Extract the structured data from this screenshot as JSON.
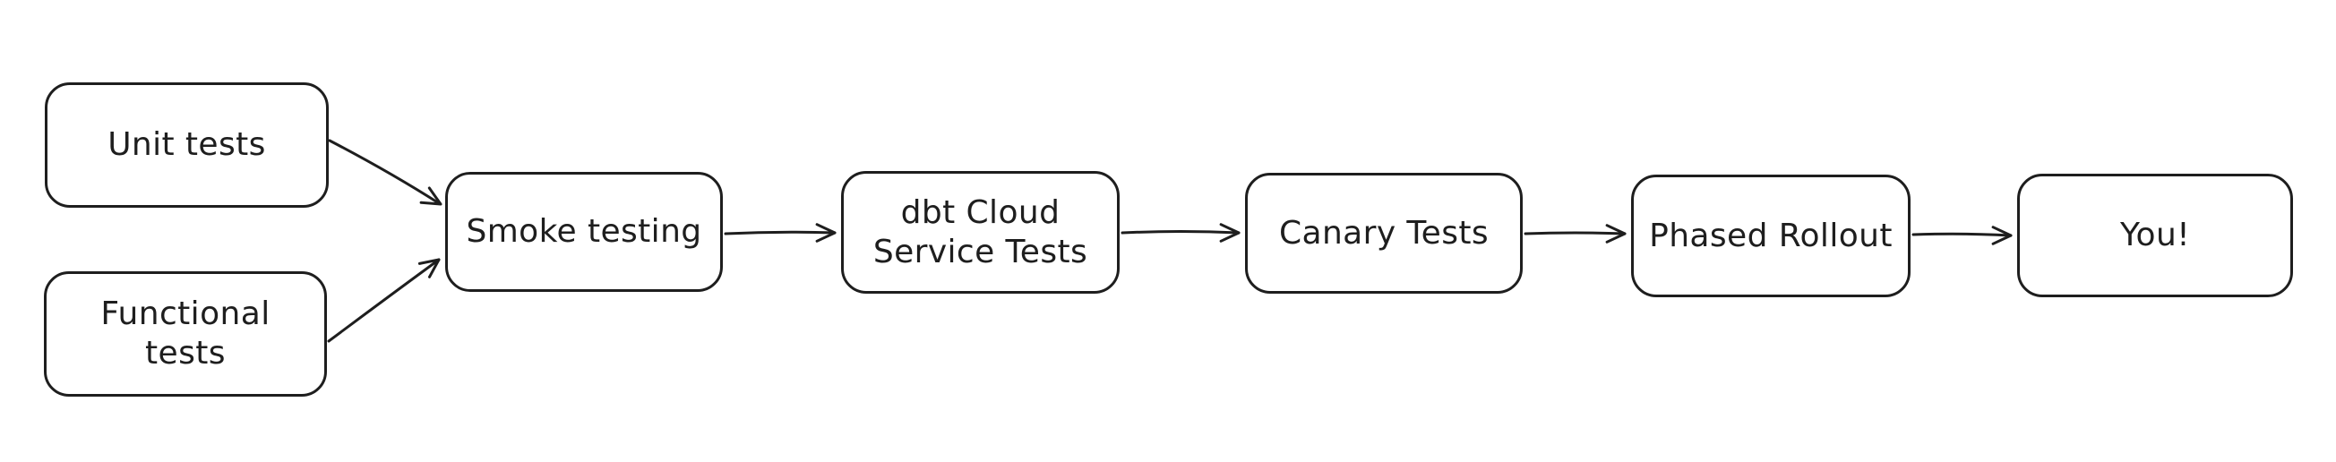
{
  "diagram": {
    "type": "flowchart",
    "style": "hand-drawn",
    "colors": {
      "background": "#ffffff",
      "stroke": "#1e1e1e",
      "artifact_dot": "#e36d6d"
    },
    "nodes": [
      {
        "id": "unit-tests",
        "label": "Unit tests"
      },
      {
        "id": "functional-tests",
        "label": "Functional tests"
      },
      {
        "id": "smoke-testing",
        "label": "Smoke testing"
      },
      {
        "id": "dbt-cloud-service-tests",
        "label": "dbt Cloud\nService Tests"
      },
      {
        "id": "canary-tests",
        "label": "Canary Tests"
      },
      {
        "id": "phased-rollout",
        "label": "Phased Rollout"
      },
      {
        "id": "you",
        "label": "You!"
      }
    ],
    "edges": [
      {
        "from": "Unit tests",
        "to": "Smoke testing"
      },
      {
        "from": "Functional tests",
        "to": "Smoke testing"
      },
      {
        "from": "Smoke testing",
        "to": "dbt Cloud Service Tests"
      },
      {
        "from": "dbt Cloud Service Tests",
        "to": "Canary Tests"
      },
      {
        "from": "Canary Tests",
        "to": "Phased Rollout"
      },
      {
        "from": "Phased Rollout",
        "to": "You!"
      }
    ]
  }
}
